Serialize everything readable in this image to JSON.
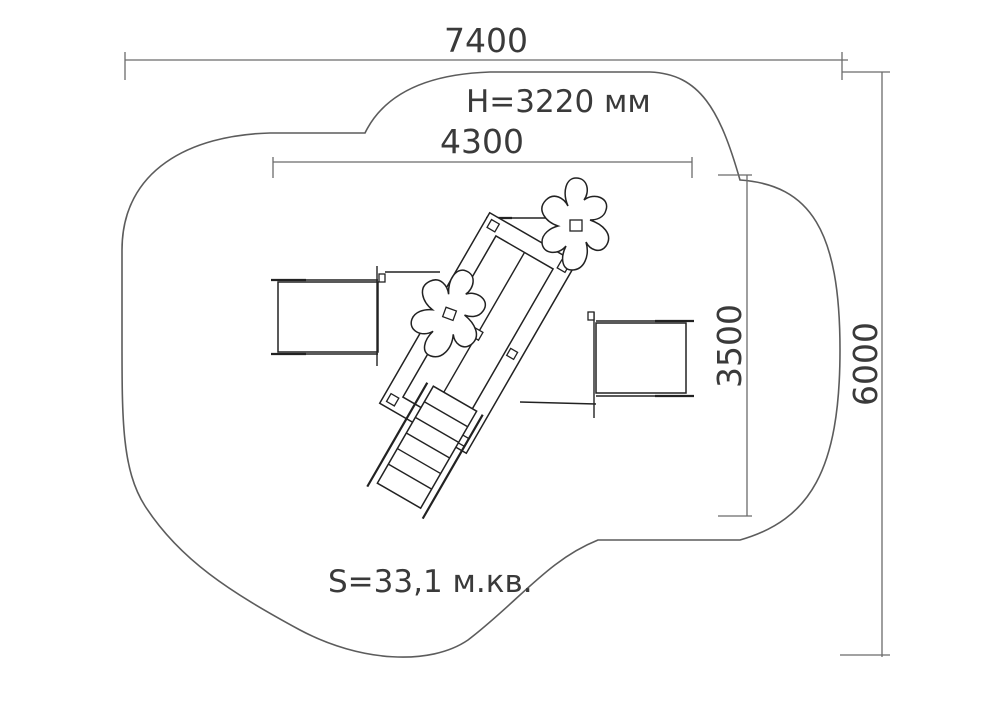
{
  "dimensions": {
    "overall_width": "7400",
    "overall_depth": "6000",
    "equipment_width": "4300",
    "equipment_depth": "3500"
  },
  "notes": {
    "height": "H=3220 мм",
    "area": "S=33,1 м.кв."
  }
}
